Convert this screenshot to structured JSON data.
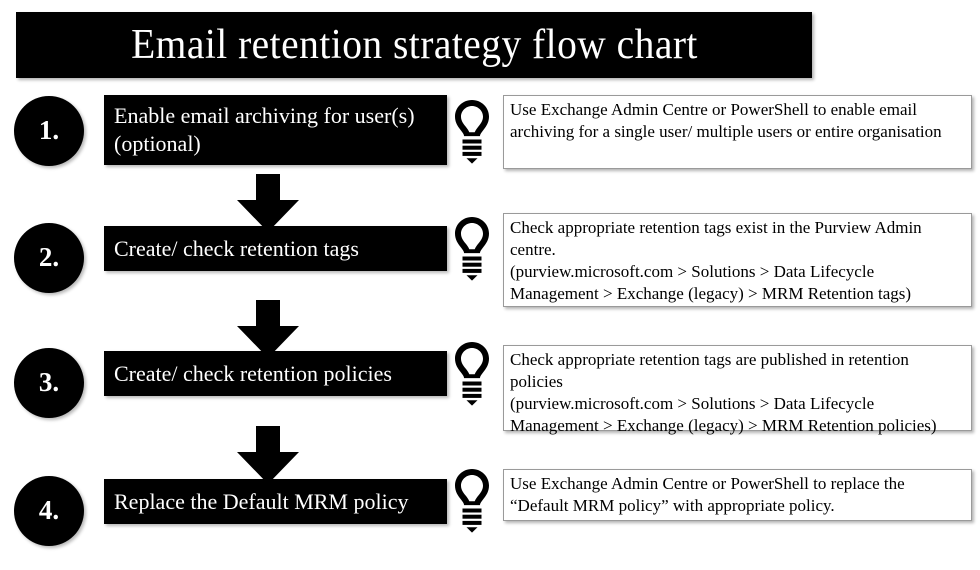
{
  "title": "Email retention strategy flow chart",
  "colors": {
    "ink": "#000000",
    "paper": "#ffffff",
    "note_border": "#9a9a9a"
  },
  "icons": {
    "bulb": "lightbulb-icon",
    "arrow": "arrow-down-icon"
  },
  "steps": [
    {
      "number": "1.",
      "label": "Enable email archiving for user(s) (optional)",
      "note": "Use Exchange Admin Centre or PowerShell to enable email archiving for a single user/ multiple users or entire organisation"
    },
    {
      "number": "2.",
      "label": "Create/ check retention tags",
      "note": "Check appropriate retention tags exist in the Purview Admin centre.\n(purview.microsoft.com > Solutions > Data Lifecycle Management > Exchange (legacy) > MRM Retention tags)"
    },
    {
      "number": "3.",
      "label": "Create/ check retention policies",
      "note": "Check appropriate retention tags are published in retention policies\n(purview.microsoft.com > Solutions > Data Lifecycle Management > Exchange (legacy) > MRM Retention policies)"
    },
    {
      "number": "4.",
      "label": "Replace the Default MRM policy",
      "note": "Use Exchange Admin Centre or PowerShell to replace the “Default MRM policy” with appropriate policy."
    }
  ]
}
